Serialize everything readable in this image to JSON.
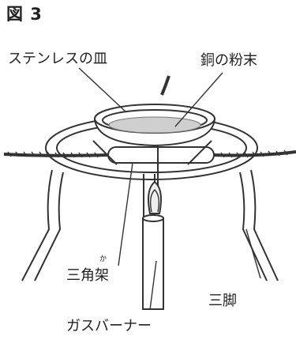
{
  "figure": {
    "title": "図 3"
  },
  "labels": {
    "stainless_dish": "ステンレスの皿",
    "copper_powder": "銅の粉末",
    "triangle_ruby": "か",
    "triangle": "三角架",
    "tripod": "三脚",
    "gas_burner": "ガスバーナー"
  }
}
